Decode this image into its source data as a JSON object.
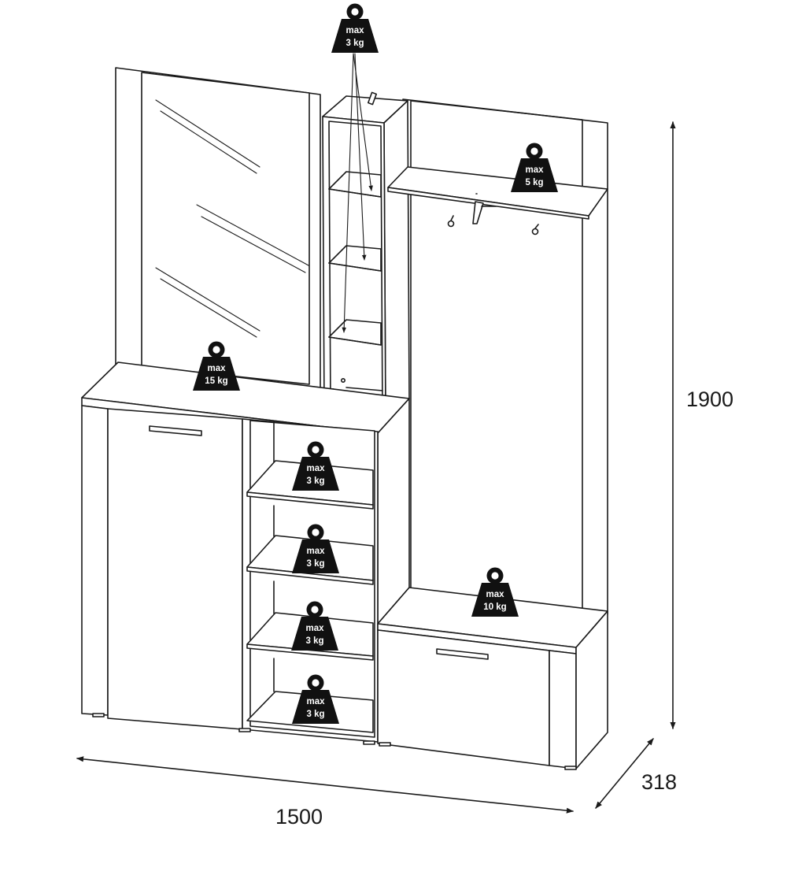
{
  "dimensions": {
    "width": "1500",
    "depth": "318",
    "height": "1900"
  },
  "load_labels": {
    "max_word": "max",
    "tower_top": "3 kg",
    "coat_shelf": "5 kg",
    "cabinet_top": "15 kg",
    "shelf_1": "3 kg",
    "shelf_2": "3 kg",
    "shelf_3": "3 kg",
    "shelf_4": "3 kg",
    "bench": "10 kg"
  },
  "colors": {
    "line": "#1a1a1a",
    "weight_fill": "#111111",
    "weight_text": "#ffffff"
  },
  "icons": {
    "weight": "weight-icon",
    "arrow": "arrow-icon"
  }
}
